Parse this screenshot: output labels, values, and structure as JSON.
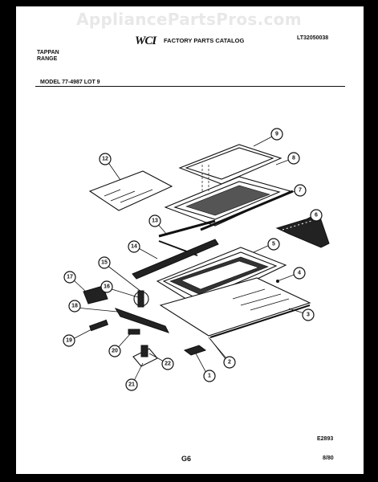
{
  "watermark": "AppliancePartsPros.com",
  "header": {
    "brand_line1": "TAPPAN",
    "brand_line2": "RANGE",
    "logo": "WCI",
    "catalog_title": "FACTORY PARTS CATALOG",
    "catalog_number": "LT32050038",
    "model": "MODEL 77-4987  LOT 9"
  },
  "footer": {
    "diagram_code": "E2893",
    "page": "G6",
    "date": "8/80"
  },
  "callouts": [
    "1",
    "2",
    "3",
    "4",
    "5",
    "6",
    "7",
    "8",
    "9",
    "12",
    "13",
    "14",
    "15",
    "16",
    "17",
    "18",
    "19",
    "20",
    "21",
    "22"
  ],
  "colors": {
    "frame": "#000000",
    "sheet": "#ffffff",
    "ink": "#111111",
    "watermark": "#e8e8e8"
  }
}
